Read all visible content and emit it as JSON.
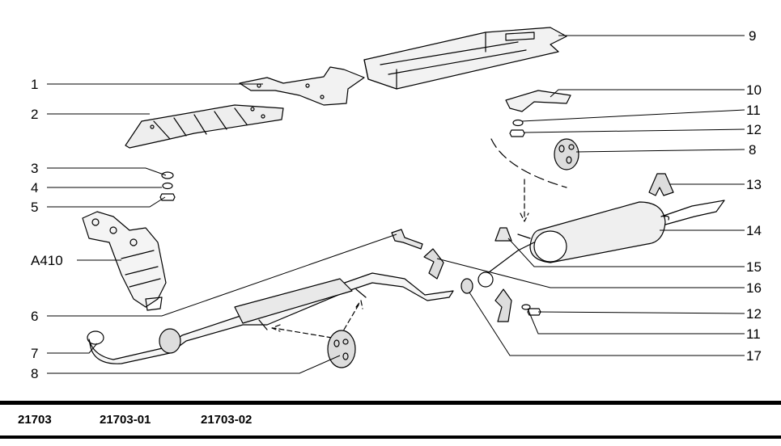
{
  "callouts": [
    "1",
    "2",
    "3",
    "4",
    "5",
    "A410",
    "6",
    "7",
    "8",
    "9",
    "10",
    "11",
    "12",
    "8",
    "13",
    "14",
    "15",
    "16",
    "12",
    "11",
    "17"
  ],
  "footer": {
    "codes": [
      "21703",
      "21703-01",
      "21703-02"
    ]
  }
}
